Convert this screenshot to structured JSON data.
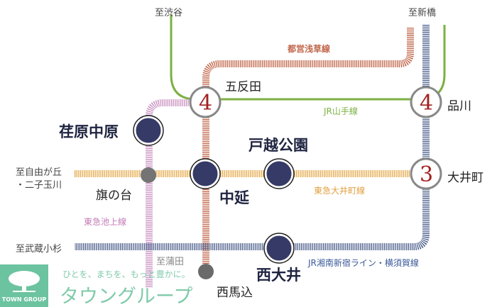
{
  "destinations": {
    "shibuya": "至渋谷",
    "shimbashi": "至新橋",
    "jiyugaoka": "至自由が丘",
    "futako": "・二子玉川",
    "musashikosugi": "至武蔵小杉",
    "kamata": "至蒲田"
  },
  "lines": {
    "asakusa": "都営浅草線",
    "yamanote": "JR山手線",
    "oimachi": "東急大井町線",
    "ikegami": "東急池上線",
    "shonan": "JR湘南新宿ライン・横須賀線"
  },
  "stations": {
    "gotanda": "五反田",
    "shinagawa": "品川",
    "oimachi": "大井町",
    "hatanodai": "旗の台",
    "nishimagome": "西馬込"
  },
  "major_stations": {
    "ebaranakanobu": "荏原中原",
    "togoshikoen": "戸越公園",
    "nakanobu": "中延",
    "nishioi": "西大井"
  },
  "minutes": {
    "gotanda": "4",
    "shinagawa": "4",
    "oimachi": "3"
  },
  "logo": {
    "tagline": "ひとを、まちを、もっと豊かに。",
    "name": "タウングループ",
    "brand": "TOWN GROUP"
  },
  "colors": {
    "yamanote": "#7db043",
    "asakusa": "#c0664a",
    "oimachi": "#e3a94a",
    "ikegami": "#c48fbf",
    "shonan": "#4a5d8a",
    "station": "#353a66",
    "logo": "#6cc3a0"
  }
}
